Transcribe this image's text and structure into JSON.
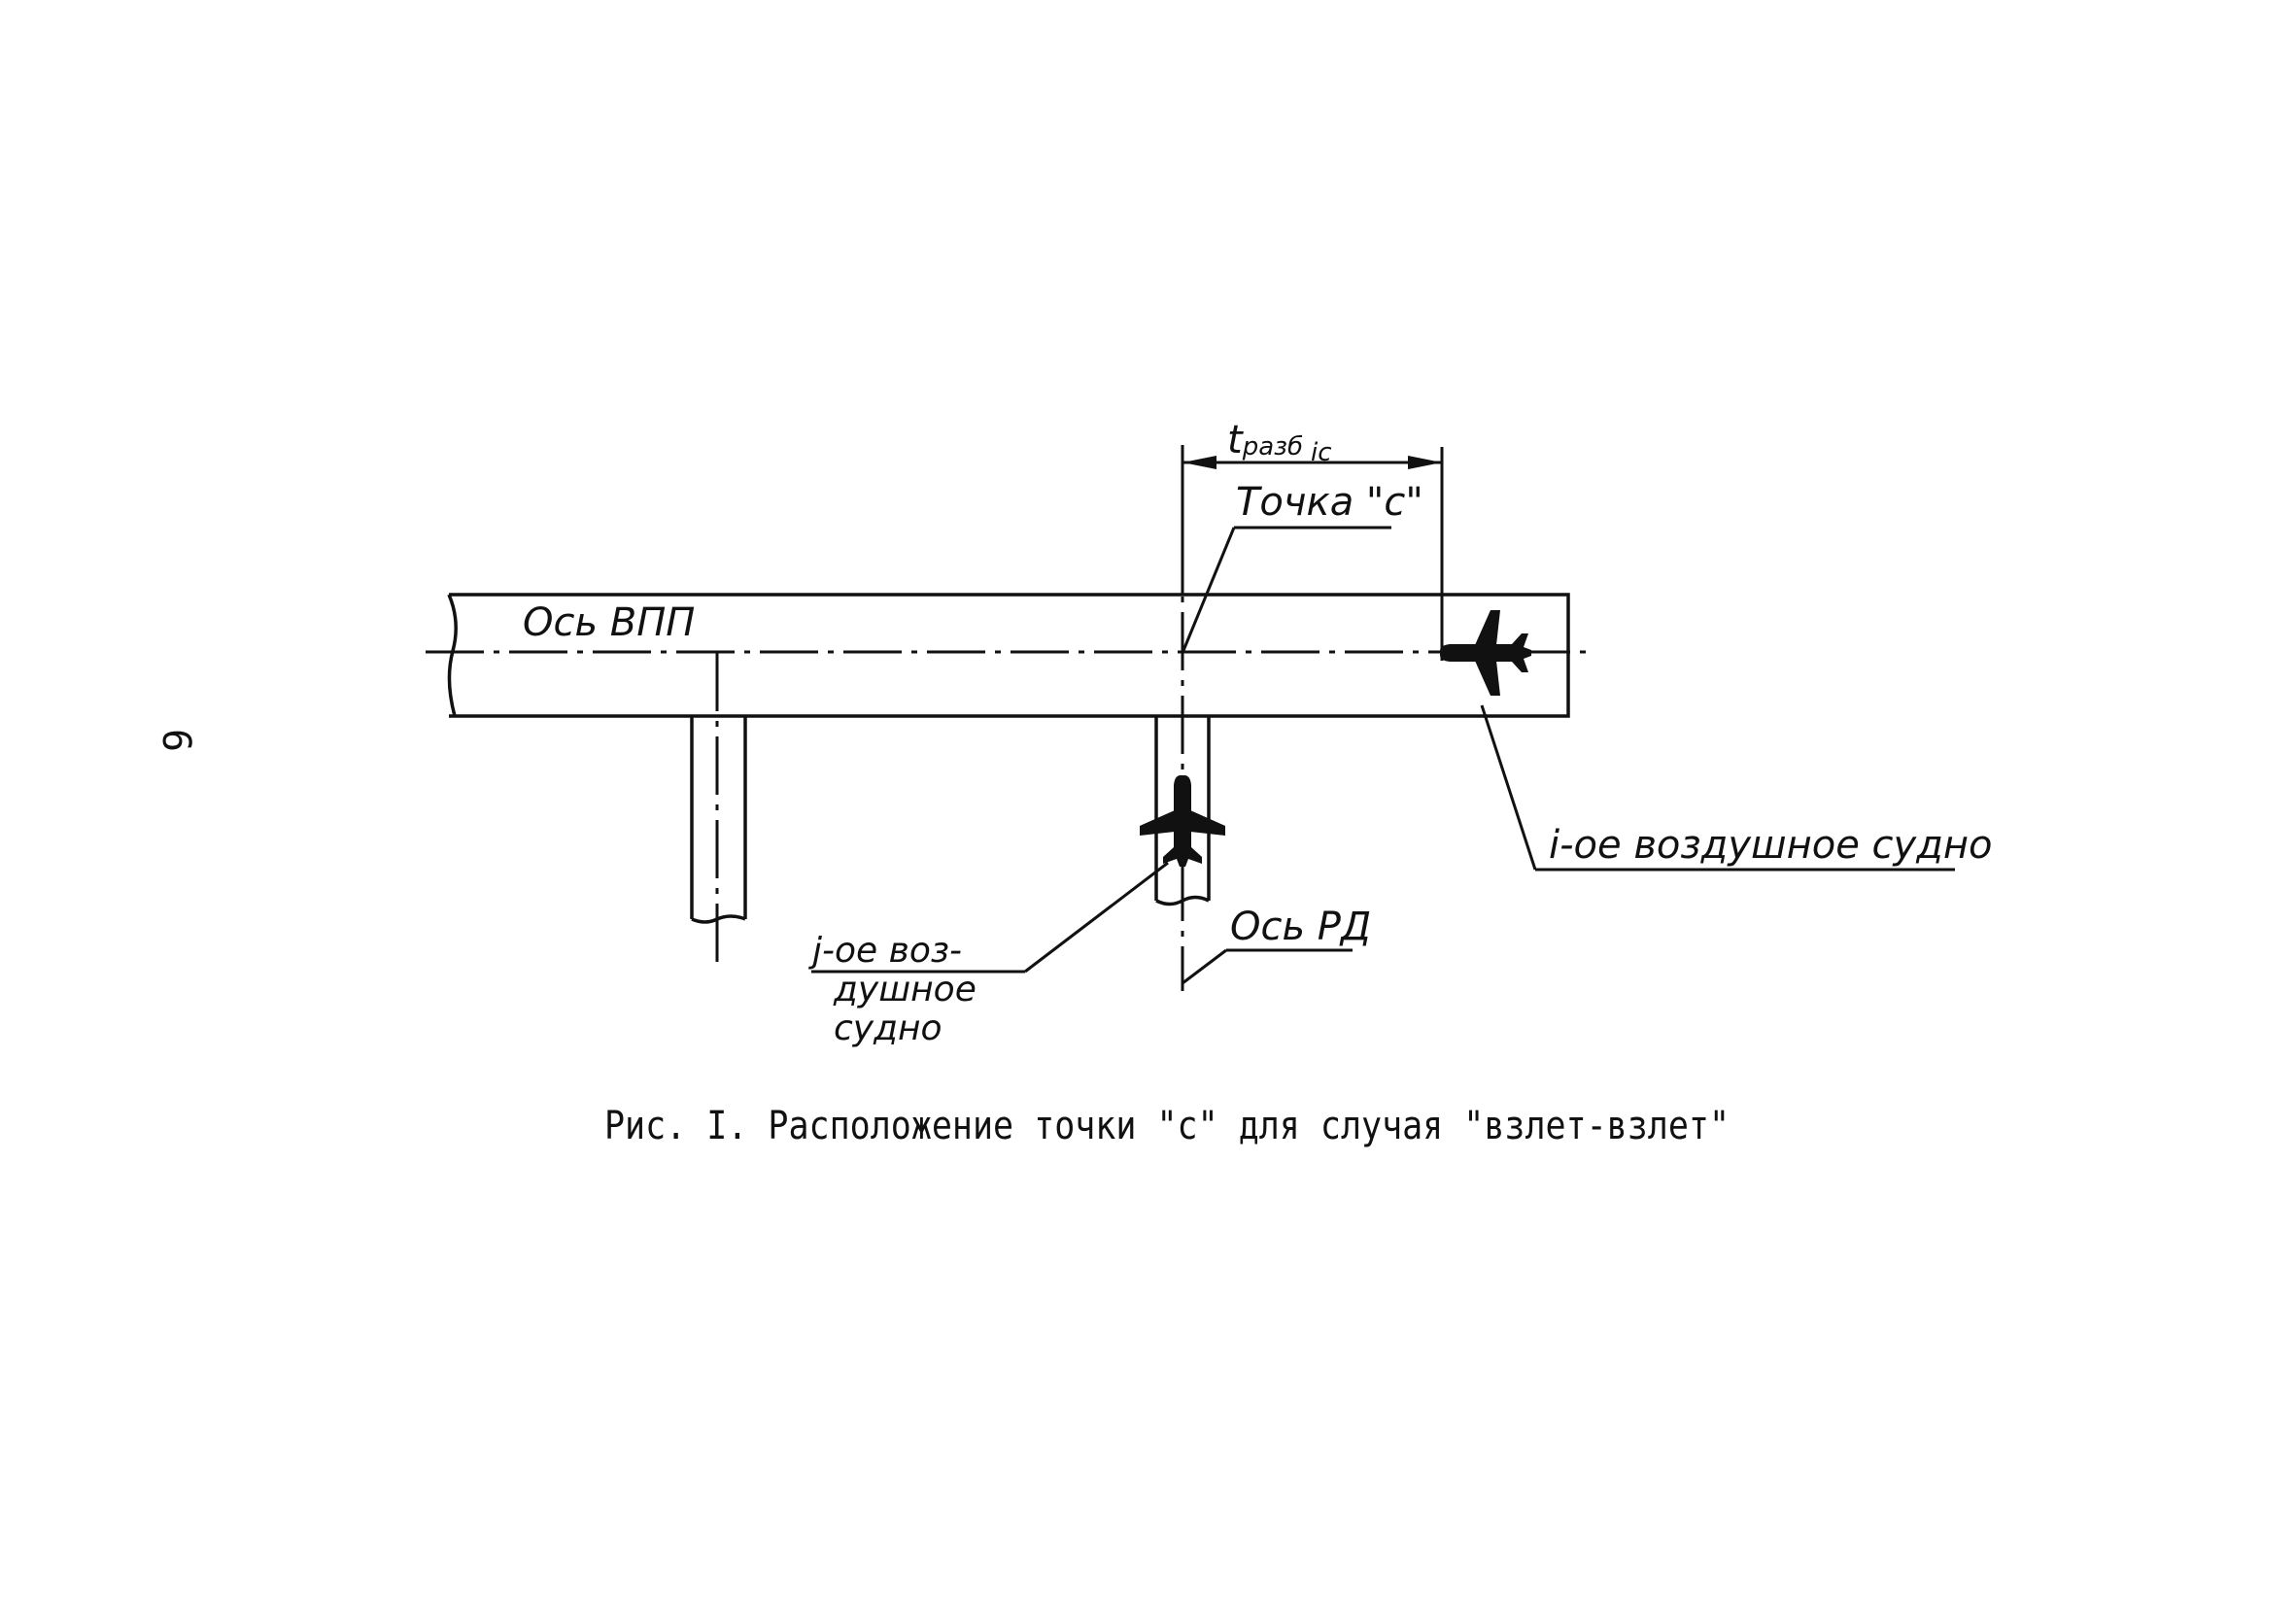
{
  "page_number": "6",
  "labels": {
    "runway_axis": "Ось ВПП",
    "taxiway_axis": "Ось РД",
    "point_c": "Точка \"с\"",
    "distance_main": "t",
    "distance_sub": "разб",
    "distance_index": "ic",
    "aircraft_i": "i-ое воздушное судно",
    "aircraft_j_line1": "j-ое воз-",
    "aircraft_j_line2": "душное",
    "aircraft_j_line3": "судно"
  },
  "caption": "Рис. I. Расположение точки \"с\" для случая \"взлет-взлет\"",
  "icons": {
    "aircraft_on_runway": "airplane-icon",
    "aircraft_on_taxiway": "airplane-icon"
  }
}
